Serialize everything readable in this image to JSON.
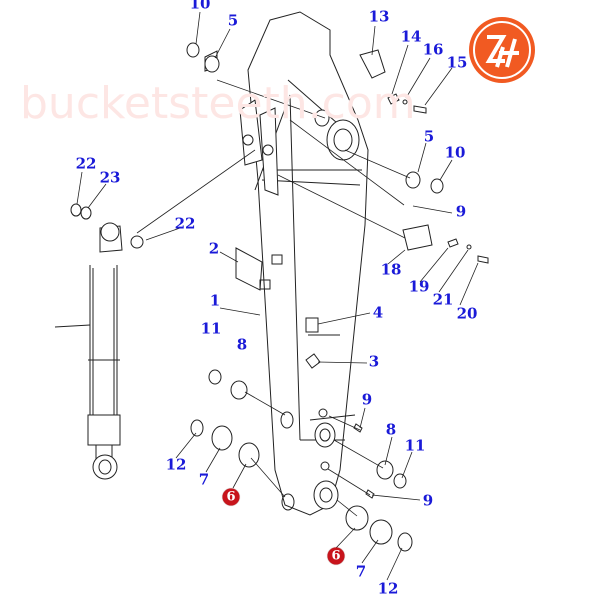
{
  "watermark": "bucketsteeth.com",
  "logo": {
    "text": "ZH",
    "color": "#f15a22"
  },
  "callouts": [
    "10",
    "5",
    "13",
    "14",
    "16",
    "15",
    "5",
    "10",
    "22",
    "23",
    "9",
    "22",
    "2",
    "18",
    "19",
    "21",
    "20",
    "1",
    "4",
    "11",
    "8",
    "3",
    "9",
    "8",
    "11",
    "12",
    "7",
    "6",
    "9",
    "6",
    "7",
    "12"
  ],
  "highlighted_callouts": [
    "6",
    "6"
  ],
  "colors": {
    "label": "#1a1ad8",
    "highlight": "#c8141c"
  }
}
